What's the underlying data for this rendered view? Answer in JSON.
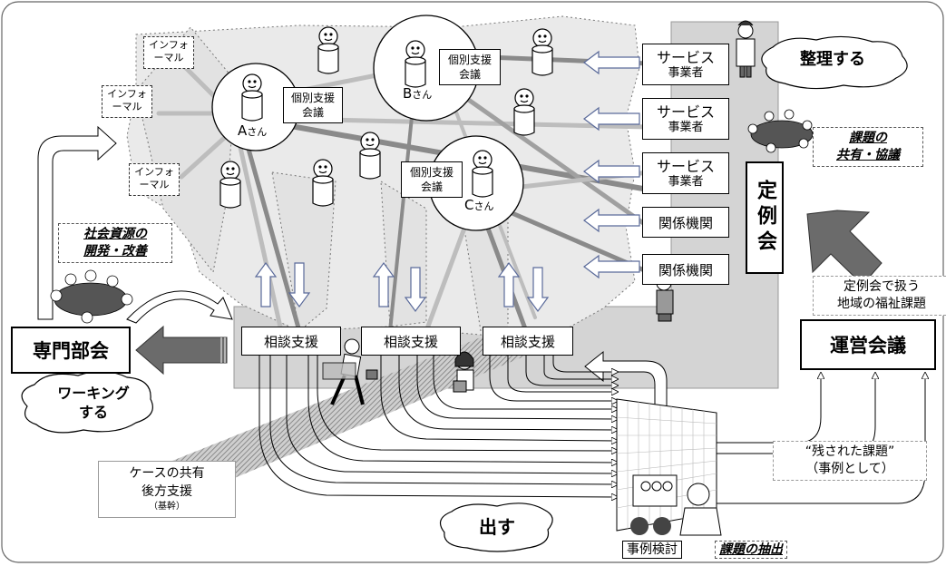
{
  "persons": {
    "a": {
      "name": "A",
      "suffix": "さん"
    },
    "b": {
      "name": "B",
      "suffix": "さん"
    },
    "c": {
      "name": "C",
      "suffix": "さん"
    }
  },
  "individual_meeting": {
    "line1": "個別支援",
    "line2": "会議"
  },
  "informal": {
    "line1": "インフォ",
    "line2": "ーマル"
  },
  "service_provider": {
    "line1": "サービス",
    "line2": "事業者"
  },
  "related_org": "関係機関",
  "consultation": "相談支援",
  "regular_meeting": "定例会",
  "organize_cloud": "整理する",
  "issue_sharing": {
    "line1": "課題の",
    "line2": "共有・協議"
  },
  "resource_dev": {
    "line1": "社会資源の",
    "line2": "開発・改善"
  },
  "specialist_committee": "専門部会",
  "working_cloud": {
    "line1": "ワーキング",
    "line2": "する"
  },
  "regular_topics": {
    "line1": "定例会で扱う",
    "line2": "地域の福祉課題"
  },
  "management_meeting": "運営会議",
  "remaining_issues": {
    "line1": "“残された課題”",
    "line2": "（事例として）"
  },
  "case_sharing": {
    "line1": "ケースの共有",
    "line2": "後方支援",
    "line3": "（基幹）"
  },
  "output_cloud": "出す",
  "case_review": "事例検討",
  "issue_extraction": "課題の抽出",
  "colors": {
    "panel": "#d4d4d4",
    "network": "#e8e8e8",
    "line_dark": "#888888",
    "line_light": "#bdbdbd",
    "arrow_dark": "#666666"
  }
}
